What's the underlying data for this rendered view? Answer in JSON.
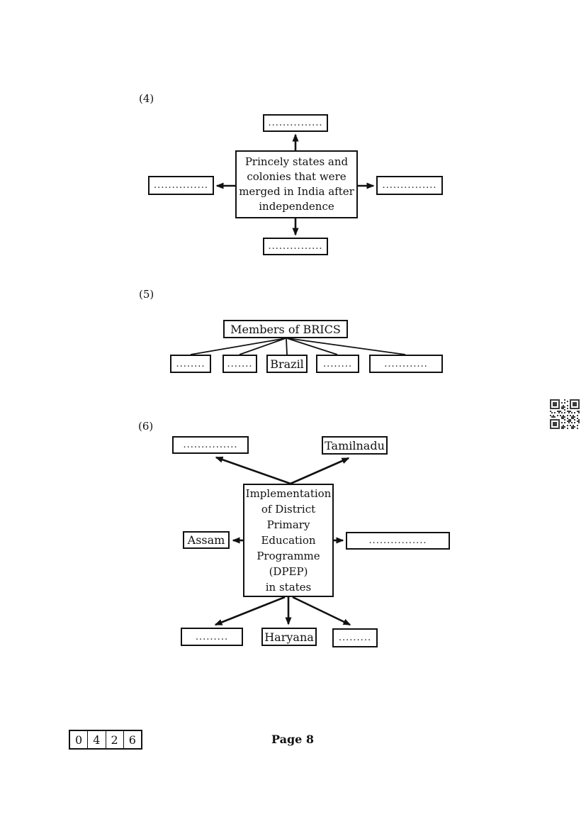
{
  "q4": {
    "label": "(4)",
    "center_lines": [
      "Princely states and",
      "colonies that were",
      "merged in India after",
      "independence"
    ],
    "top_blank": "...............",
    "left_blank": "...............",
    "right_blank": "...............",
    "bottom_blank": "..............."
  },
  "q5": {
    "label": "(5)",
    "parent": "Members of BRICS",
    "children": [
      "........",
      ".......",
      "Brazil",
      "........",
      "............"
    ]
  },
  "q6": {
    "label": "(6)",
    "center_lines": [
      "Implementation",
      "of District",
      "Primary",
      "Education",
      "Programme",
      "(DPEP)",
      "in states"
    ],
    "top_left_blank": "...............",
    "top_right": "Tamilnadu",
    "left": "Assam",
    "right_blank": "................",
    "bottom_left_blank": ".........",
    "bottom_center": "Haryana",
    "bottom_right_blank": "........."
  },
  "footer": {
    "code_digits": [
      "0",
      "4",
      "2",
      "6"
    ],
    "page_label": "Page 8"
  }
}
